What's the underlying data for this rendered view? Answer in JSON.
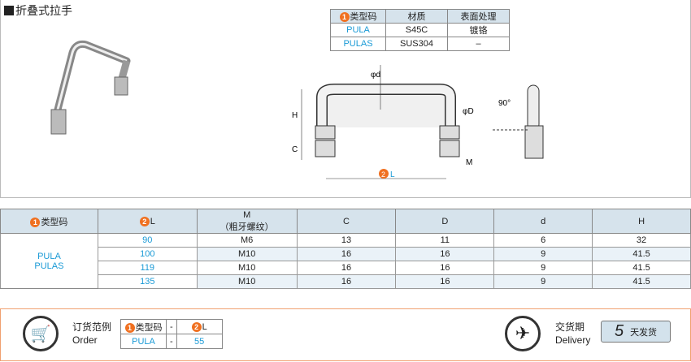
{
  "title": "折叠式拉手",
  "materials": {
    "headers": [
      "类型码",
      "材质",
      "表面处理"
    ],
    "rows": [
      [
        "PULA",
        "S45C",
        "镀铬"
      ],
      [
        "PULAS",
        "SUS304",
        "–"
      ]
    ]
  },
  "drawing": {
    "labels": {
      "d": "φd",
      "D": "φD",
      "H": "H",
      "C": "C",
      "M": "M",
      "L": "L",
      "angle": "90°"
    }
  },
  "main": {
    "headers": {
      "type": "类型码",
      "L": "L",
      "M": "M",
      "M_sub": "（粗牙螺纹）",
      "C": "C",
      "D": "D",
      "d": "d",
      "H": "H"
    },
    "types": [
      "PULA",
      "PULAS"
    ],
    "rows": [
      {
        "L": "90",
        "M": "M6",
        "C": "13",
        "D": "11",
        "d": "6",
        "H": "32"
      },
      {
        "L": "100",
        "M": "M10",
        "C": "16",
        "D": "16",
        "d": "9",
        "H": "41.5"
      },
      {
        "L": "119",
        "M": "M10",
        "C": "16",
        "D": "16",
        "d": "9",
        "H": "41.5"
      },
      {
        "L": "135",
        "M": "M10",
        "C": "16",
        "D": "16",
        "d": "9",
        "H": "41.5"
      }
    ]
  },
  "order": {
    "label_cn": "订货范例",
    "label_en": "Order",
    "h1": "类型码",
    "dash": "-",
    "h2": "L",
    "v1": "PULA",
    "v2": "55"
  },
  "delivery": {
    "label_cn": "交货期",
    "label_en": "Delivery",
    "days": "5",
    "unit": "天发货"
  },
  "badges": {
    "n1": "1",
    "n2": "2"
  }
}
